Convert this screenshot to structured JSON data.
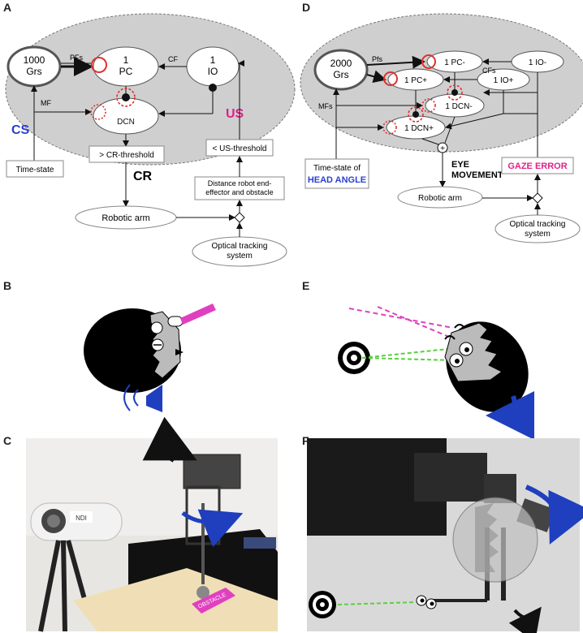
{
  "panels": {
    "a": "A",
    "b": "B",
    "c": "C",
    "d": "D",
    "e": "E",
    "f": "F"
  },
  "diagram_a": {
    "grs": "1000\nGrs",
    "pfs": "PFs",
    "pc": "1\nPC",
    "cf": "CF",
    "io": "1\nIO",
    "mf": "MF",
    "dcn": "DCN",
    "cs": "CS",
    "us": "US",
    "time_state": "Time-state",
    "cr_threshold": "> CR-threshold",
    "cr": "CR",
    "us_threshold": "< US-threshold",
    "distance": "Distance robot end-\neffector and obstacle",
    "robotic_arm": "Robotic arm",
    "optical": "Optical tracking\nsystem"
  },
  "diagram_d": {
    "grs": "2000\nGrs",
    "pfs": "Pfs",
    "pc_minus": "1 PC-",
    "pc_plus": "1 PC+",
    "cfs": "CFs",
    "io_minus": "1 IO-",
    "io_plus": "1 IO+",
    "mfs": "MFs",
    "dcn_minus": "1 DCN-",
    "dcn_plus": "1 DCN+",
    "time_state": "Time-state of",
    "head_angle": "HEAD ANGLE",
    "eye_movement": "EYE\nMOVEMENT",
    "gaze_error": "GAZE ERROR",
    "robotic_arm": "Robotic arm",
    "optical": "Optical tracking\nsystem"
  },
  "photo_labels": {
    "camera_brand": "NDI",
    "obstacle": "OBSTACLE"
  },
  "colors": {
    "ellipse_fill": "#cfcfcf",
    "cs_blue": "#2a3fd0",
    "us_magenta": "#e0218a",
    "red_circle": "#e03030",
    "arrow_blue": "#1f3fbf",
    "laser_pink": "#e040c0",
    "gaze_green": "#5ad040"
  }
}
